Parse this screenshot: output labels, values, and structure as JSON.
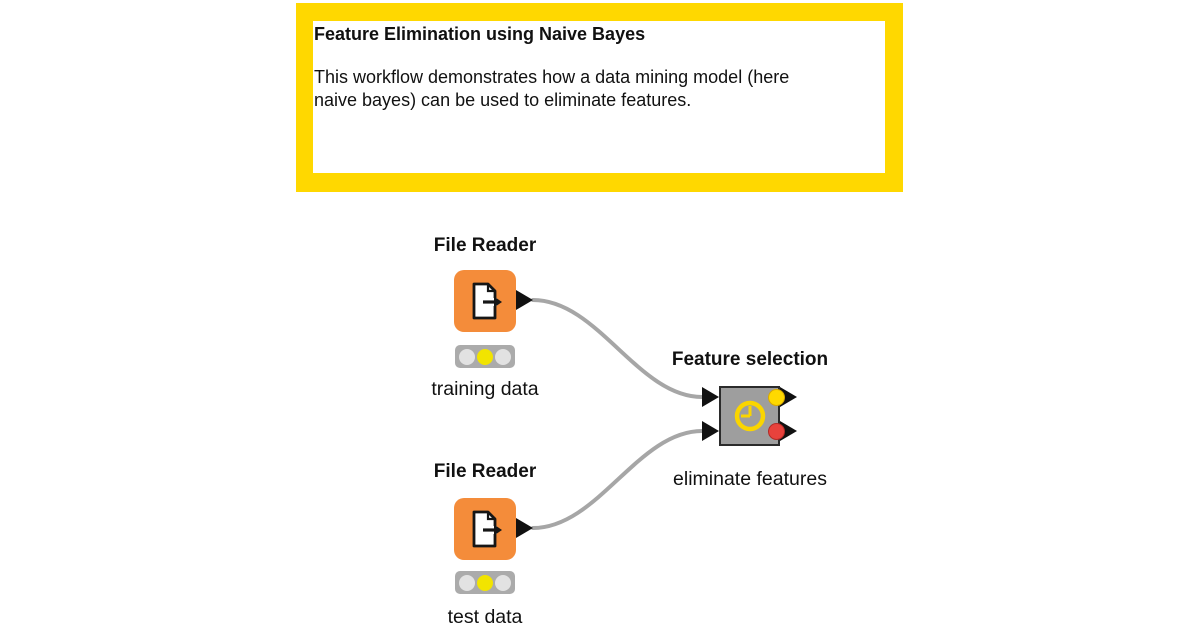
{
  "annotation": {
    "title": "Feature Elimination using Naive Bayes",
    "body_line1": "This workflow demonstrates how a data mining model (here",
    "body_line2": "naive bayes) can be used to eliminate features."
  },
  "nodes": {
    "file_reader_1": {
      "title": "File Reader",
      "label": "training data",
      "status": "configured",
      "icon": "file-export-icon"
    },
    "file_reader_2": {
      "title": "File Reader",
      "label": "test data",
      "status": "configured",
      "icon": "file-export-icon"
    },
    "feature_selection": {
      "title": "Feature selection",
      "label": "eliminate features",
      "icon": "clock-icon"
    }
  },
  "colors": {
    "annotation_border": "#FFD800",
    "source_node_orange": "#F48C3A",
    "metanode_gray": "#9E9E9E",
    "wire_gray": "#A6A6A6",
    "traffic_light_on_yellow": "#F2E400",
    "output_port_yellow": "#FFD900",
    "output_port_red": "#E8423C",
    "clock_yellow": "#FAD500"
  }
}
